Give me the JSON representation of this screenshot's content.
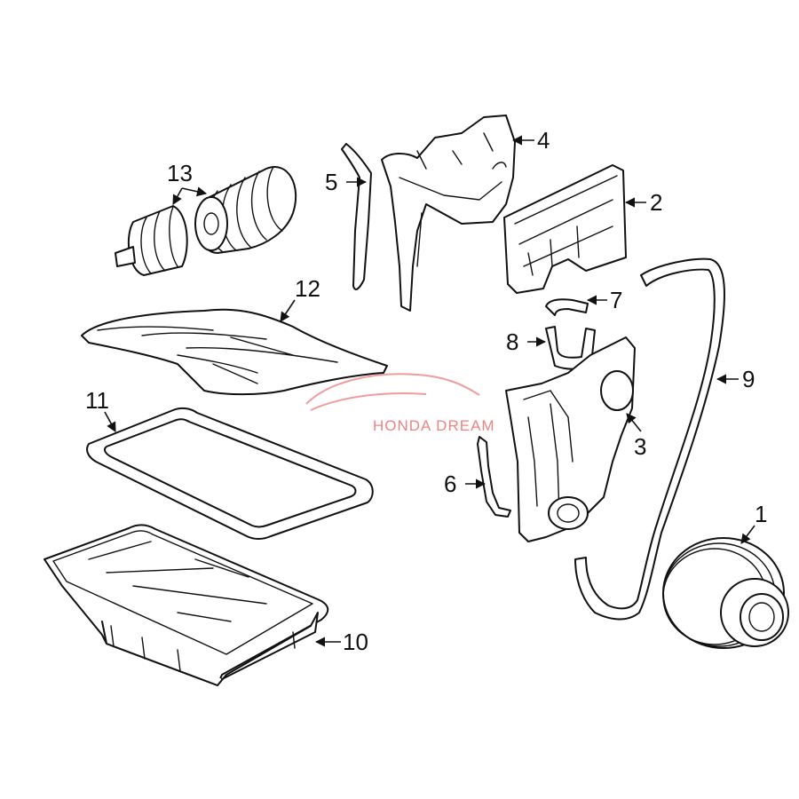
{
  "callouts": [
    {
      "id": "1",
      "label": "1"
    },
    {
      "id": "2",
      "label": "2"
    },
    {
      "id": "3",
      "label": "3"
    },
    {
      "id": "4",
      "label": "4"
    },
    {
      "id": "5",
      "label": "5"
    },
    {
      "id": "6",
      "label": "6"
    },
    {
      "id": "7",
      "label": "7"
    },
    {
      "id": "8",
      "label": "8"
    },
    {
      "id": "9",
      "label": "9"
    },
    {
      "id": "10",
      "label": "10"
    },
    {
      "id": "11",
      "label": "11"
    },
    {
      "id": "12",
      "label": "12"
    },
    {
      "id": "13",
      "label": "13"
    }
  ],
  "watermark": {
    "text": "HONDA DREAM",
    "color": "#e85a5a"
  }
}
